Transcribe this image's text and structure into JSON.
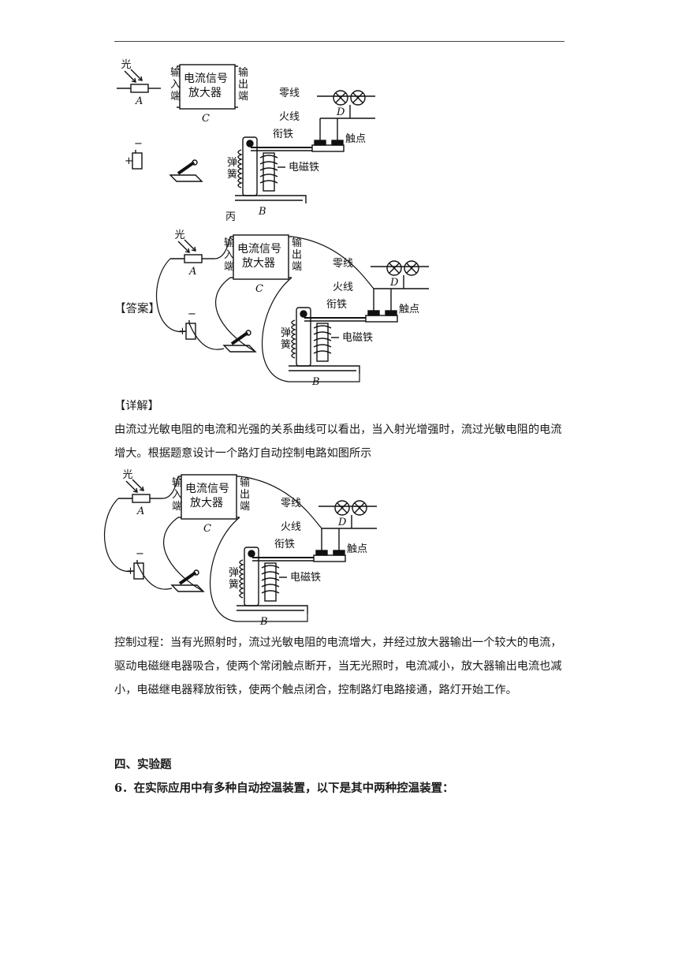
{
  "circuit_labels": {
    "light": "光",
    "input": "输入端",
    "box_line1": "电流信号",
    "box_line2": "放大器",
    "output": "输出端",
    "zero_wire": "零线",
    "live_wire": "火线",
    "armature": "衔铁",
    "contact": "触点",
    "electromagnet": "电磁铁",
    "spring": "弹簧",
    "label_A": "A",
    "label_B": "B",
    "label_C": "C",
    "label_D": "D",
    "plus": "+",
    "minus": "−"
  },
  "fig1_caption": "丙",
  "answer_label": "【答案】",
  "detail_label": "【详解】",
  "detail_text": "由流过光敏电阻的电流和光强的关系曲线可以看出，当入射光增强时，流过光敏电阻的电流增大。根据题意设计一个路灯自动控制电路如图所示",
  "control_text": "控制过程：当有光照射时，流过光敏电阻的电流增大，并经过放大器输出一个较大的电流，驱动电磁继电器吸合，使两个常闭触点断开，当无光照时，电流减小，放大器输出电流也减小，电磁继电器释放衔铁，使两个触点闭合，控制路灯电路接通，路灯开始工作。",
  "section_title": "四、实验题",
  "question_text": "6．在实际应用中有多种自动控温装置，以下是其中两种控温装置："
}
